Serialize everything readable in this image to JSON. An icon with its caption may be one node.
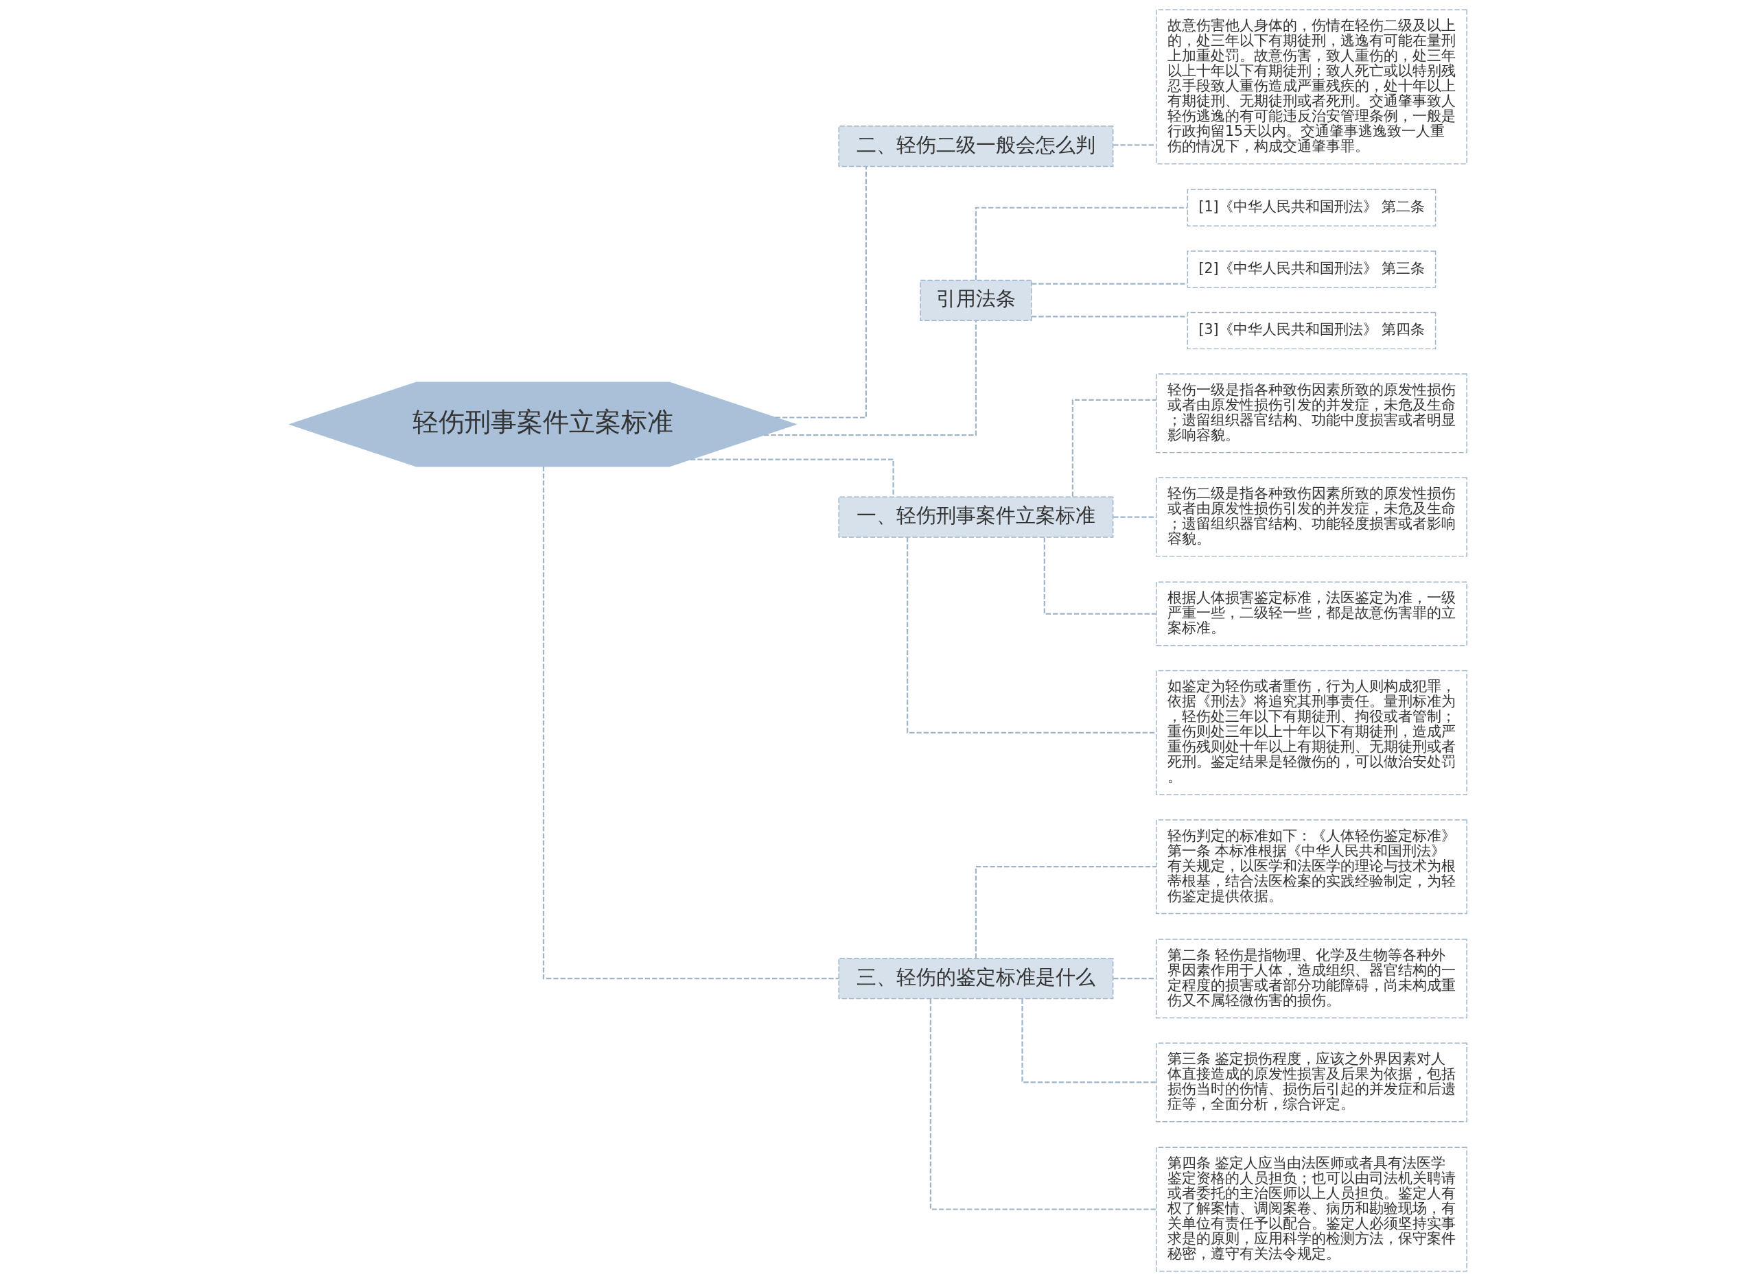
{
  "diagram": {
    "nodes": [
      {
        "text": [
          "轻伤刑事案件立案标准"
        ]
      },
      {
        "text": [
          "二、轻伤二级一般会怎么判"
        ]
      },
      {
        "text": [
          "故意伤害他人身体的，伤情在轻伤二级及以上的，处三年以下有期徒刑，逃逸有可能在量刑上加重处罚。故意伤害，致人重伤的，处三年以上十年以下有期徒刑；致人死亡或以特别残忍手段致人重伤造成严重残疾的，处十年以上有期徒刑、无期徒刑或者死刑。交通肇事致人轻伤逃逸的有可能违反治安管理条例，一般是行政拘留15天以内。交通肇事逃逸致一人重伤的情况下，构成交通肇事罪。"
        ]
      },
      {
        "text": [
          "引用法条"
        ]
      },
      {
        "text": [
          "[1]《中华人民共和国刑法》 第二条"
        ]
      },
      {
        "text": [
          "[2]《中华人民共和国刑法》 第三条"
        ]
      },
      {
        "text": [
          "[3]《中华人民共和国刑法》 第四条"
        ]
      },
      {
        "text": [
          "一、轻伤刑事案件立案标准"
        ]
      },
      {
        "text": [
          "轻伤一级是指各种致伤因素所致的原发性损伤或者由原发性损伤引发的并发症，未危及生命；遗留组织器官结构、功能中度损害或者明显影响容貌。"
        ]
      },
      {
        "text": [
          "轻伤二级是指各种致伤因素所致的原发性损伤或者由原发性损伤引发的并发症，未危及生命；遗留组织器官结构、功能轻度损害或者影响容貌。"
        ]
      },
      {
        "text": [
          "根据人体损害鉴定标准，法医鉴定为准，一级严重一些，二级轻一些，都是故意伤害罪的立案标准。"
        ]
      },
      {
        "text": [
          "如鉴定为轻伤或者重伤，行为人则构成犯罪，依据《刑法》将追究其刑事责任。量刑标准为，轻伤处三年以下有期徒刑、拘役或者管制；重伤则处三年以上十年以下有期徒刑，造成严重伤残则处十年以上有期徒刑、无期徒刑或者死刑。鉴定结果是轻微伤的，可以做治安处罚。"
        ]
      },
      {
        "text": [
          "三、轻伤的鉴定标准是什么"
        ]
      },
      {
        "text": [
          "轻伤判定的标准如下：《人体轻伤鉴定标准》第一条 本标准根据《中华人民共和国刑法》有关规定，以医学和法医学的理论与技术为根蒂根基，结合法医检案的实践经验制定，为轻伤鉴定提供依据。"
        ]
      },
      {
        "text": [
          "第二条 轻伤是指物理、化学及生物等各种外界因素作用于人体，造成组织、器官结构的一定程度的损害或者部分功能障碍，尚未构成重伤又不属轻微伤害的损伤。"
        ]
      },
      {
        "text": [
          "第三条 鉴定损伤程度，应该之外界因素对人体直接造成的原发性损害及后果为依据，包括损伤当时的伤情、损伤后引起的并发症和后遗症等，全面分析，综合评定。"
        ]
      },
      {
        "text": [
          "第四条 鉴定人应当由法医师或者具有法医学鉴定资格的人员担负；也可以由司法机关聘请或者委托的主治医师以上人员担负。鉴定人有权了解案情、调阅案卷、病历和勘验现场，有关单位有责任予以配合。鉴定人必须坚持实事求是的原则，应用科学的检测方法，保守案件秘密，遵守有关法令规定。"
        ]
      }
    ],
    "edges": [
      {
        "from": 0,
        "to": 1,
        "arrow": "none"
      },
      {
        "from": 1,
        "to": 2,
        "arrow": "none"
      },
      {
        "from": 0,
        "to": 3,
        "arrow": "none"
      },
      {
        "from": 3,
        "to": 4,
        "arrow": "none"
      },
      {
        "from": 3,
        "to": 5,
        "arrow": "none"
      },
      {
        "from": 3,
        "to": 6,
        "arrow": "none"
      },
      {
        "from": 0,
        "to": 7,
        "arrow": "none"
      },
      {
        "from": 7,
        "to": 8,
        "arrow": "none"
      },
      {
        "from": 7,
        "to": 9,
        "arrow": "none"
      },
      {
        "from": 7,
        "to": 10,
        "arrow": "none"
      },
      {
        "from": 7,
        "to": 11,
        "arrow": "none"
      },
      {
        "from": 0,
        "to": 12,
        "arrow": "none"
      },
      {
        "from": 12,
        "to": 13,
        "arrow": "none"
      },
      {
        "from": 12,
        "to": 14,
        "arrow": "none"
      },
      {
        "from": 12,
        "to": 15,
        "arrow": "none"
      },
      {
        "from": 12,
        "to": 16,
        "arrow": "none"
      }
    ]
  }
}
